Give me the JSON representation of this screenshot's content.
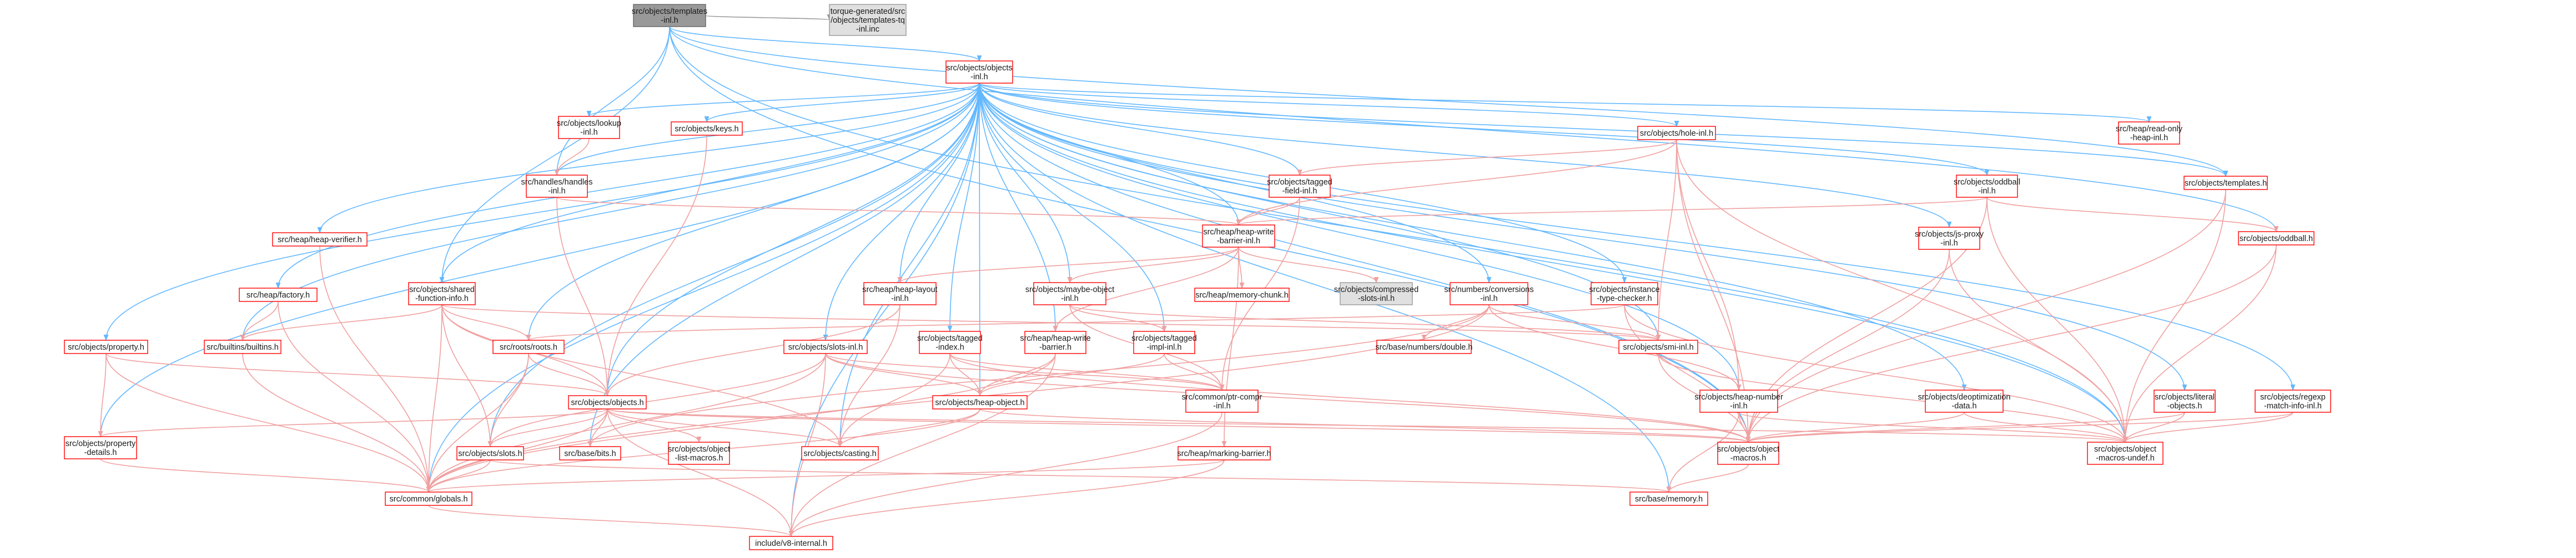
{
  "colors": {
    "root_fill": "#999999",
    "root_border": "#666666",
    "gray_fill": "#e0e0e0",
    "gray_border": "#999999",
    "red_border": "#ff0000",
    "node_fill": "#ffffff",
    "edge_blue": "#63b8ff",
    "edge_red": "#f0a0a0",
    "edge_grey": "#9a9a9a"
  },
  "nodes": [
    {
      "id": "templates_inl",
      "lines": [
        "src/objects/templates",
        "-inl.h"
      ],
      "style": "root"
    },
    {
      "id": "torque_inc",
      "lines": [
        "torque-generated/src",
        "/objects/templates-tq",
        "-inl.inc"
      ],
      "style": "gray"
    },
    {
      "id": "objects_inl",
      "lines": [
        "src/objects/objects",
        "-inl.h"
      ],
      "style": "red"
    },
    {
      "id": "lookup_inl",
      "lines": [
        "src/objects/lookup",
        "-inl.h"
      ],
      "style": "red"
    },
    {
      "id": "keys",
      "lines": [
        "src/objects/keys.h"
      ],
      "style": "red"
    },
    {
      "id": "handles_inl",
      "lines": [
        "src/handles/handles",
        "-inl.h"
      ],
      "style": "red"
    },
    {
      "id": "heap_verifier",
      "lines": [
        "src/heap/heap-verifier.h"
      ],
      "style": "red"
    },
    {
      "id": "heap_factory",
      "lines": [
        "src/heap/factory.h"
      ],
      "style": "red"
    },
    {
      "id": "shared_function_info",
      "lines": [
        "src/objects/shared",
        "-function-info.h"
      ],
      "style": "red"
    },
    {
      "id": "property",
      "lines": [
        "src/objects/property.h"
      ],
      "style": "red"
    },
    {
      "id": "builtins",
      "lines": [
        "src/builtins/builtins.h"
      ],
      "style": "red"
    },
    {
      "id": "roots",
      "lines": [
        "src/roots/roots.h"
      ],
      "style": "red"
    },
    {
      "id": "objects_h",
      "lines": [
        "src/objects/objects.h"
      ],
      "style": "red"
    },
    {
      "id": "property_details",
      "lines": [
        "src/objects/property",
        "-details.h"
      ],
      "style": "red"
    },
    {
      "id": "slots",
      "lines": [
        "src/objects/slots.h"
      ],
      "style": "red"
    },
    {
      "id": "base_bits",
      "lines": [
        "src/base/bits.h"
      ],
      "style": "red"
    },
    {
      "id": "object_list_macros",
      "lines": [
        "src/objects/object",
        "-list-macros.h"
      ],
      "style": "red"
    },
    {
      "id": "globals",
      "lines": [
        "src/common/globals.h"
      ],
      "style": "red"
    },
    {
      "id": "v8_internal",
      "lines": [
        "include/v8-internal.h"
      ],
      "style": "red"
    },
    {
      "id": "slots_inl",
      "lines": [
        "src/objects/slots-inl.h"
      ],
      "style": "red"
    },
    {
      "id": "heap_layout_inl",
      "lines": [
        "src/heap/heap-layout",
        "-inl.h"
      ],
      "style": "red"
    },
    {
      "id": "tagged_index",
      "lines": [
        "src/objects/tagged",
        "-index.h"
      ],
      "style": "red"
    },
    {
      "id": "casting",
      "lines": [
        "src/objects/casting.h"
      ],
      "style": "red"
    },
    {
      "id": "heap_write_barrier",
      "lines": [
        "src/heap/heap-write",
        "-barrier.h"
      ],
      "style": "red"
    },
    {
      "id": "heap_object",
      "lines": [
        "src/objects/heap-object.h"
      ],
      "style": "red"
    },
    {
      "id": "marking_barrier",
      "lines": [
        "src/heap/marking-barrier.h"
      ],
      "style": "red"
    },
    {
      "id": "maybe_object_inl",
      "lines": [
        "src/objects/maybe-object",
        "-inl.h"
      ],
      "style": "red"
    },
    {
      "id": "tagged_impl_inl",
      "lines": [
        "src/objects/tagged",
        "-impl-inl.h"
      ],
      "style": "red"
    },
    {
      "id": "ptr_compr_inl",
      "lines": [
        "src/common/ptr-compr",
        "-inl.h"
      ],
      "style": "red"
    },
    {
      "id": "heap_write_barrier_inl",
      "lines": [
        "src/heap/heap-write",
        "-barrier-inl.h"
      ],
      "style": "red"
    },
    {
      "id": "tagged_field_inl",
      "lines": [
        "src/objects/tagged",
        "-field-inl.h"
      ],
      "style": "red"
    },
    {
      "id": "memory_chunk",
      "lines": [
        "src/heap/memory-chunk.h"
      ],
      "style": "red"
    },
    {
      "id": "compressed_slots_inl",
      "lines": [
        "src/objects/compressed",
        "-slots-inl.h"
      ],
      "style": "gray"
    },
    {
      "id": "conversions_inl",
      "lines": [
        "src/numbers/conversions",
        "-inl.h"
      ],
      "style": "red"
    },
    {
      "id": "double_h",
      "lines": [
        "src/base/numbers/double.h"
      ],
      "style": "red"
    },
    {
      "id": "hole_inl",
      "lines": [
        "src/objects/hole-inl.h"
      ],
      "style": "red"
    },
    {
      "id": "instance_type_checker",
      "lines": [
        "src/objects/instance",
        "-type-checker.h"
      ],
      "style": "red"
    },
    {
      "id": "smi_inl",
      "lines": [
        "src/objects/smi-inl.h"
      ],
      "style": "red"
    },
    {
      "id": "heap_number_inl",
      "lines": [
        "src/objects/heap-number",
        "-inl.h"
      ],
      "style": "red"
    },
    {
      "id": "object_macros",
      "lines": [
        "src/objects/object",
        "-macros.h"
      ],
      "style": "red"
    },
    {
      "id": "base_memory",
      "lines": [
        "src/base/memory.h"
      ],
      "style": "red"
    },
    {
      "id": "read_only_heap_inl",
      "lines": [
        "src/heap/read-only",
        "-heap-inl.h"
      ],
      "style": "red"
    },
    {
      "id": "oddball_inl",
      "lines": [
        "src/objects/oddball",
        "-inl.h"
      ],
      "style": "red"
    },
    {
      "id": "js_proxy_inl",
      "lines": [
        "src/objects/js-proxy",
        "-inl.h"
      ],
      "style": "red"
    },
    {
      "id": "deoptimization_data",
      "lines": [
        "src/objects/deoptimization",
        "-data.h"
      ],
      "style": "red"
    },
    {
      "id": "templates_h",
      "lines": [
        "src/objects/templates.h"
      ],
      "style": "red"
    },
    {
      "id": "oddball_h",
      "lines": [
        "src/objects/oddball.h"
      ],
      "style": "red"
    },
    {
      "id": "literal_objects",
      "lines": [
        "src/objects/literal",
        "-objects.h"
      ],
      "style": "red"
    },
    {
      "id": "regexp_match_info",
      "lines": [
        "src/objects/regexp",
        "-match-info-inl.h"
      ],
      "style": "red"
    },
    {
      "id": "object_macros_undef",
      "lines": [
        "src/objects/object",
        "-macros-undef.h"
      ],
      "style": "red"
    }
  ]
}
